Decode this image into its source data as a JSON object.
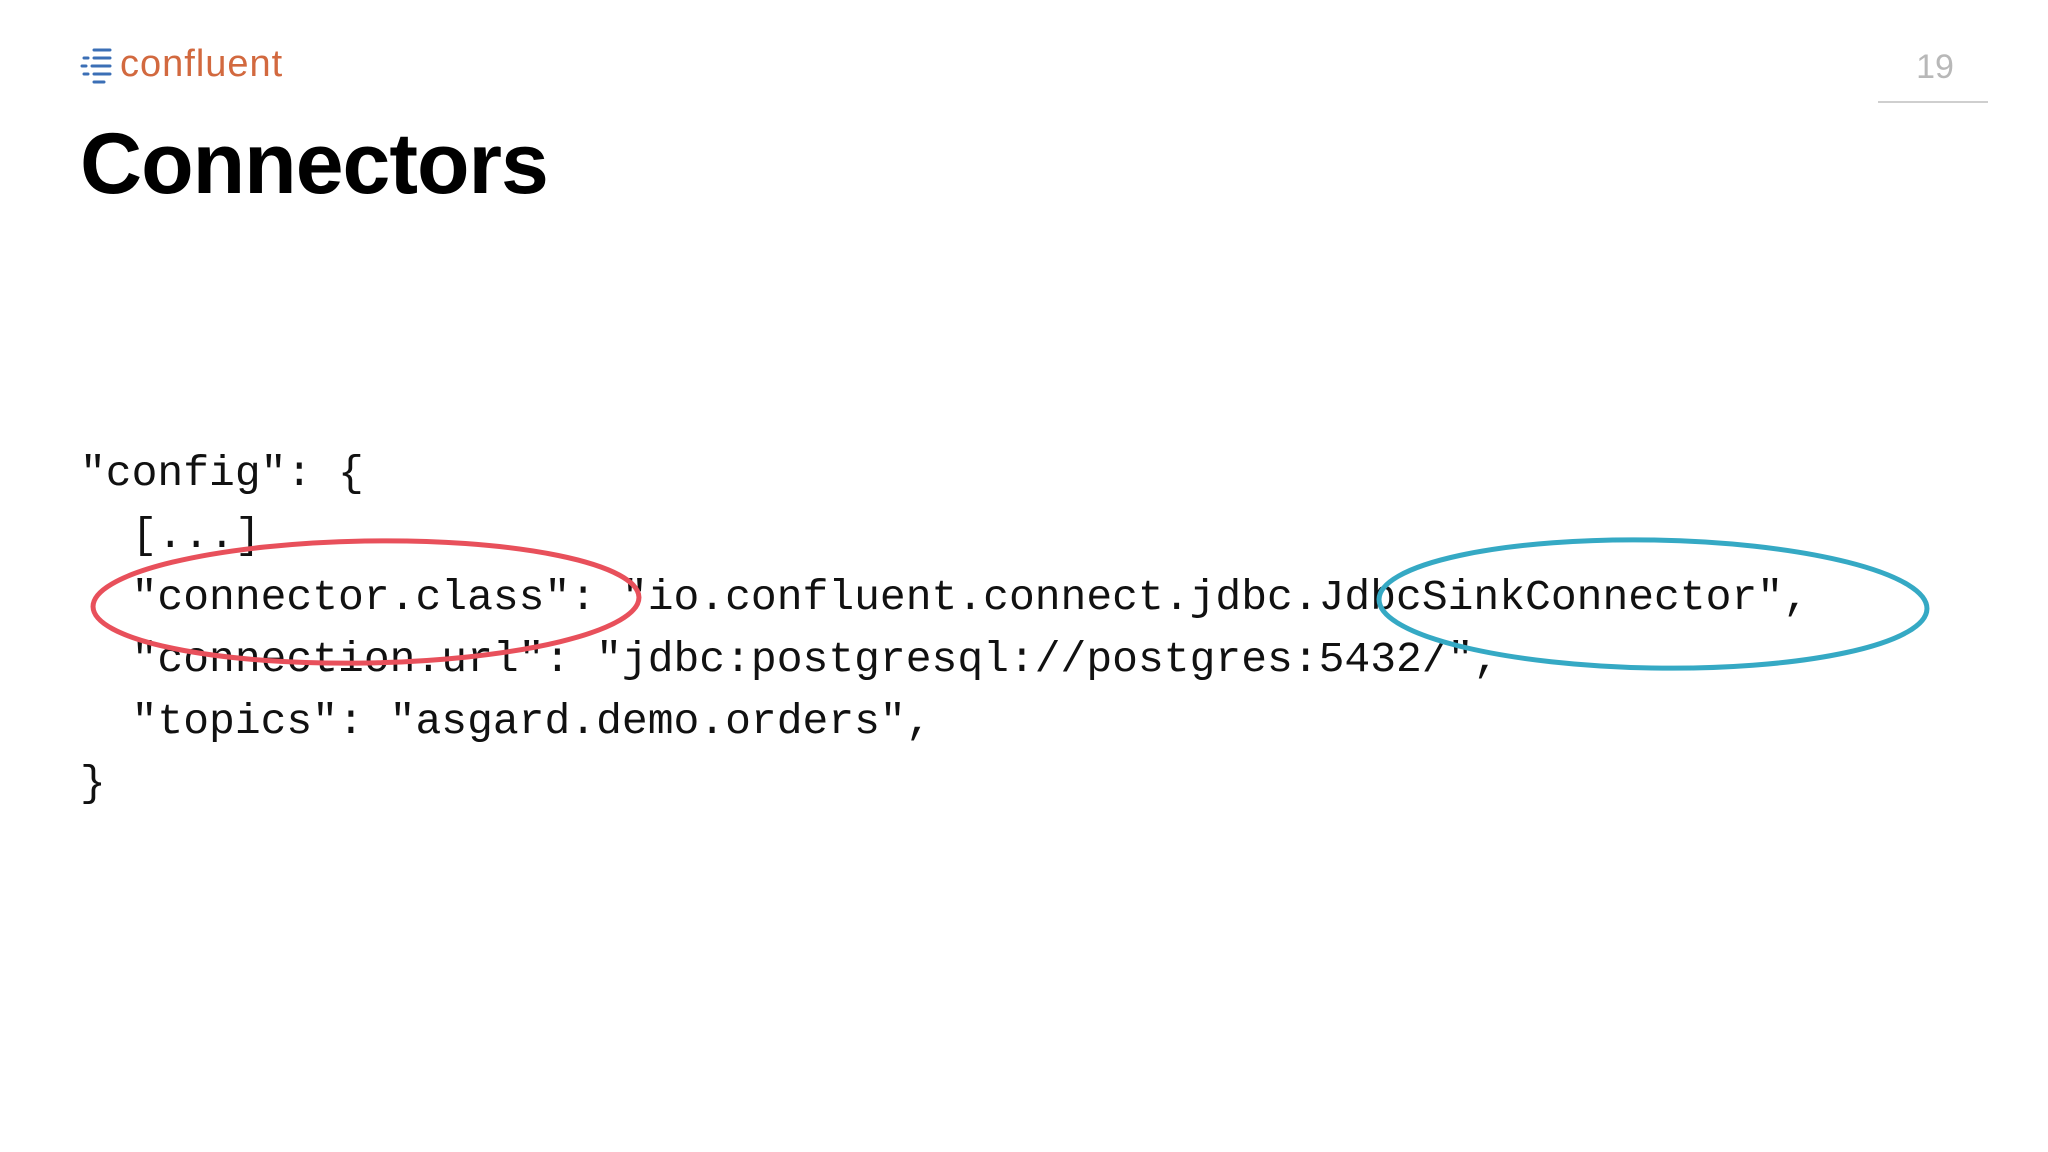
{
  "brand": {
    "logo_text": "confluent",
    "color": "#d2693f"
  },
  "slide": {
    "number": "19",
    "title": "Connectors"
  },
  "code": {
    "lines": [
      "\"config\": {",
      "  [...]",
      "  \"connector.class\": \"io.confluent.connect.jdbc.JdbcSinkConnector\",",
      "  \"connection.url\": \"jdbc:postgresql://postgres:5432/\",",
      "  \"topics\": \"asgard.demo.orders\",",
      "}"
    ]
  },
  "annotations": {
    "key_ellipse_color": "#e8505b",
    "value_ellipse_color": "#35a9c4"
  }
}
